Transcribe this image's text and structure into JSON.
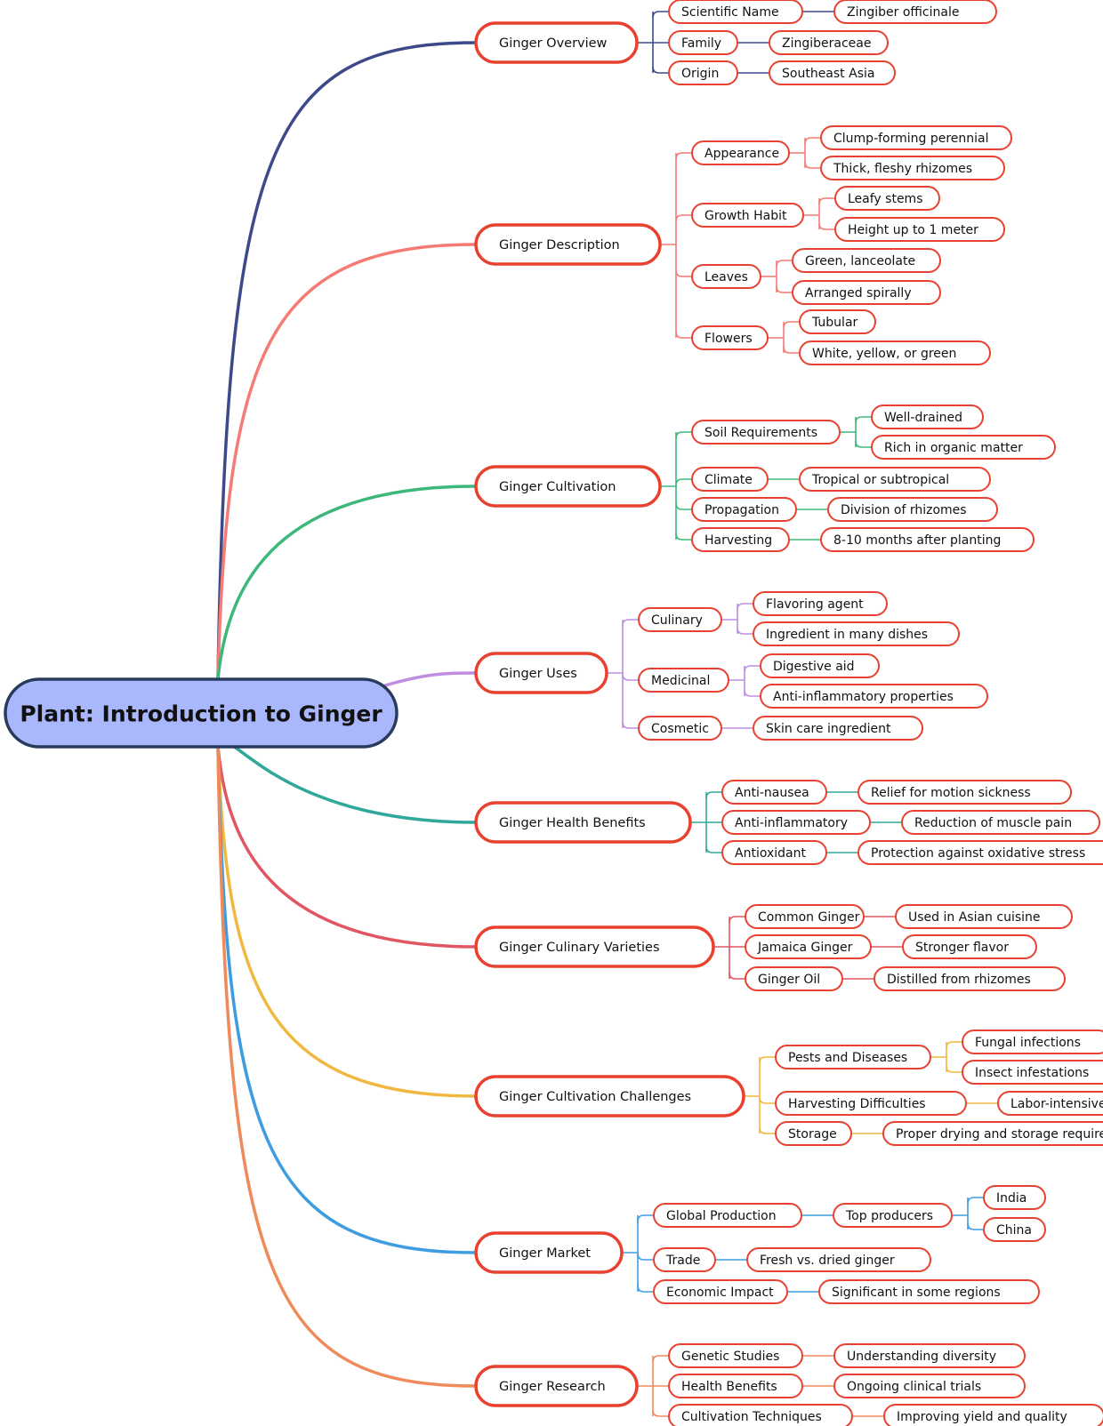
{
  "root": {
    "label": "Plant: Introduction to Ginger"
  },
  "colors": {
    "node_border": "#e8412f",
    "root_fill": "#a9b8fc",
    "root_border": "#2a3a5c"
  },
  "branches": [
    {
      "label": "Ginger Overview",
      "color": "#3d4a8a",
      "children": [
        {
          "label": "Scientific Name",
          "children": [
            {
              "label": "Zingiber officinale"
            }
          ]
        },
        {
          "label": "Family",
          "children": [
            {
              "label": "Zingiberaceae"
            }
          ]
        },
        {
          "label": "Origin",
          "children": [
            {
              "label": "Southeast Asia"
            }
          ]
        }
      ]
    },
    {
      "label": "Ginger Description",
      "color": "#f47b76",
      "children": [
        {
          "label": "Appearance",
          "children": [
            {
              "label": "Clump-forming perennial"
            },
            {
              "label": "Thick, fleshy rhizomes"
            }
          ]
        },
        {
          "label": "Growth Habit",
          "children": [
            {
              "label": "Leafy stems"
            },
            {
              "label": "Height up to 1 meter"
            }
          ]
        },
        {
          "label": "Leaves",
          "children": [
            {
              "label": "Green, lanceolate"
            },
            {
              "label": "Arranged spirally"
            }
          ]
        },
        {
          "label": "Flowers",
          "children": [
            {
              "label": "Tubular"
            },
            {
              "label": "White, yellow, or green"
            }
          ]
        }
      ]
    },
    {
      "label": "Ginger Cultivation",
      "color": "#3db87a",
      "children": [
        {
          "label": "Soil Requirements",
          "children": [
            {
              "label": "Well-drained"
            },
            {
              "label": "Rich in organic matter"
            }
          ]
        },
        {
          "label": "Climate",
          "children": [
            {
              "label": "Tropical or subtropical"
            }
          ]
        },
        {
          "label": "Propagation",
          "children": [
            {
              "label": "Division of rhizomes"
            }
          ]
        },
        {
          "label": "Harvesting",
          "children": [
            {
              "label": "8-10 months after planting"
            }
          ]
        }
      ]
    },
    {
      "label": "Ginger Uses",
      "color": "#be8ee3",
      "children": [
        {
          "label": "Culinary",
          "children": [
            {
              "label": "Flavoring agent"
            },
            {
              "label": "Ingredient in many dishes"
            }
          ]
        },
        {
          "label": "Medicinal",
          "children": [
            {
              "label": "Digestive aid"
            },
            {
              "label": "Anti-inflammatory properties"
            }
          ]
        },
        {
          "label": "Cosmetic",
          "children": [
            {
              "label": "Skin care ingredient"
            }
          ]
        }
      ]
    },
    {
      "label": "Ginger Health Benefits",
      "color": "#2fa89a",
      "children": [
        {
          "label": "Anti-nausea",
          "children": [
            {
              "label": "Relief for motion sickness"
            }
          ]
        },
        {
          "label": "Anti-inflammatory",
          "children": [
            {
              "label": "Reduction of muscle pain"
            }
          ]
        },
        {
          "label": "Antioxidant",
          "children": [
            {
              "label": "Protection against oxidative stress"
            }
          ]
        }
      ]
    },
    {
      "label": "Ginger Culinary Varieties",
      "color": "#e25562",
      "children": [
        {
          "label": "Common Ginger",
          "children": [
            {
              "label": "Used in Asian cuisine"
            }
          ]
        },
        {
          "label": "Jamaica Ginger",
          "children": [
            {
              "label": "Stronger flavor"
            }
          ]
        },
        {
          "label": "Ginger Oil",
          "children": [
            {
              "label": "Distilled from rhizomes"
            }
          ]
        }
      ]
    },
    {
      "label": "Ginger Cultivation Challenges",
      "color": "#f0b840",
      "children": [
        {
          "label": "Pests and Diseases",
          "children": [
            {
              "label": "Fungal infections"
            },
            {
              "label": "Insect infestations"
            }
          ]
        },
        {
          "label": "Harvesting Difficulties",
          "children": [
            {
              "label": "Labor-intensive process"
            }
          ]
        },
        {
          "label": "Storage",
          "children": [
            {
              "label": "Proper drying and storage required"
            }
          ]
        }
      ]
    },
    {
      "label": "Ginger Market",
      "color": "#3d9de0",
      "children": [
        {
          "label": "Global Production",
          "children": [
            {
              "label": "Top producers",
              "children": [
                {
                  "label": "India"
                },
                {
                  "label": "China"
                }
              ]
            }
          ]
        },
        {
          "label": "Trade",
          "children": [
            {
              "label": "Fresh vs. dried ginger"
            }
          ]
        },
        {
          "label": "Economic Impact",
          "children": [
            {
              "label": "Significant in some regions"
            }
          ]
        }
      ]
    },
    {
      "label": "Ginger Research",
      "color": "#f08a5a",
      "children": [
        {
          "label": "Genetic Studies",
          "children": [
            {
              "label": "Understanding diversity"
            }
          ]
        },
        {
          "label": "Health Benefits",
          "children": [
            {
              "label": "Ongoing clinical trials"
            }
          ]
        },
        {
          "label": "Cultivation Techniques",
          "children": [
            {
              "label": "Improving yield and quality"
            }
          ]
        }
      ]
    }
  ]
}
